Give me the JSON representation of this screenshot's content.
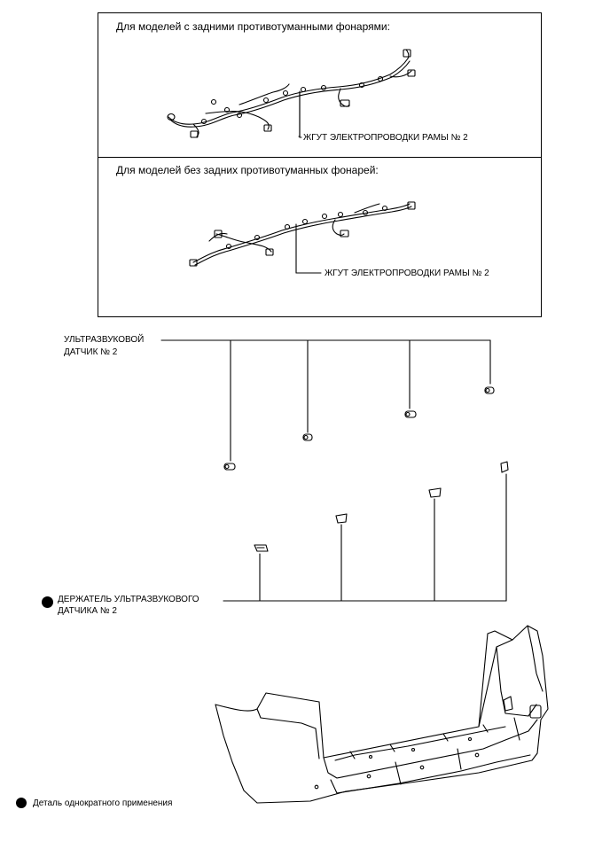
{
  "panel_with_fog": {
    "heading": "Для моделей с задними противотуманными фонарями:",
    "callout": "ЖГУТ ЭЛЕКТРОПРОВОДКИ РАМЫ № 2"
  },
  "panel_without_fog": {
    "heading": "Для моделей без задних противотуманных фонарей:",
    "callout": "ЖГУТ ЭЛЕКТРОПРОВОДКИ РАМЫ № 2"
  },
  "sensor_label": {
    "line1": "УЛЬТРАЗВУКОВОЙ",
    "line2": "ДАТЧИК № 2"
  },
  "retainer_label": {
    "line1": "ДЕРЖАТЕЛЬ УЛЬТРАЗВУКОВОГО",
    "line2": "ДАТЧИКА № 2"
  },
  "legend": {
    "text": "Деталь однократного применения"
  }
}
